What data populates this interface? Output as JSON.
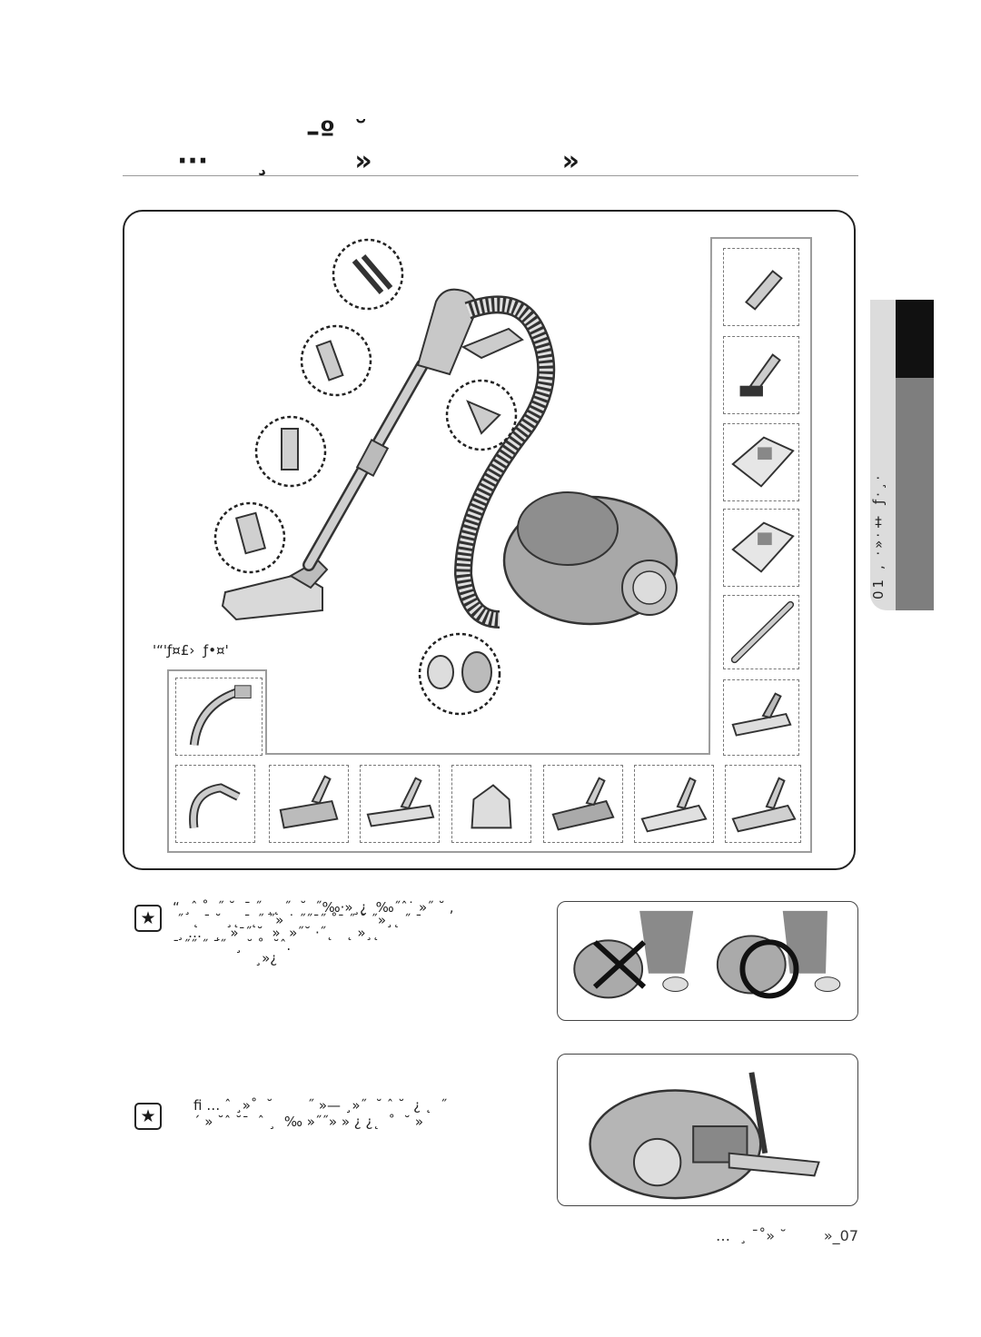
{
  "header": {
    "title_line1": "–º  ˘",
    "title_line2": "···     ¸         »                    »"
  },
  "side_tab": {
    "label": "01  ‚  ·»·‡  ƒ·¸·"
  },
  "diagram": {
    "caption": "'“'ƒ¤£›  ƒ•¤'"
  },
  "notes": [
    {
      "icon": "star-icon",
      "lines": [
        "“ ¸ˆ ˚  ˝ ˘  ¯ ˝ ¸˛ ˝  ˘  ˝‰·»¸¿  ‰˝ˆ˙ »˝ ˘ ,",
        " ˝  ˛ ¯ ˘ ¸˛ ¯˛˝ ˝» ˙ ˝˝¯˝ ˚¯ ˝ ˘ ˝»¸˛ ˝ ¯",
        " ¸ …   ˛  »¯˝ ˘  »  »˝˘ ·˝˛   ˛ »¸˛",
        "¯ ˝˝ ˝ ¯˝  ¸ ˘ ˚  ˘ˆ.",
        "                   ¸»¿"
      ]
    },
    {
      "icon": "star-icon",
      "lines": [
        "ﬁ … ˆ ¸»˚  ˘        ˝ »— ¸»˝  ˘ ˆ ˘  ¿ ˛  ˝",
        "´ » ˘ˆ ˘¯  ˆ ¸  ‰ »˝˝» » ¿ ¿˛  ˚  ˘ »"
      ]
    }
  ],
  "footer": {
    "text": "…  ¸ ¯˚» ˘        »_07"
  },
  "colors": {
    "frame": "#222222",
    "tab_dark": "#111111",
    "tab_mid": "#7e7e7e",
    "tab_light": "#dcdcdc"
  }
}
